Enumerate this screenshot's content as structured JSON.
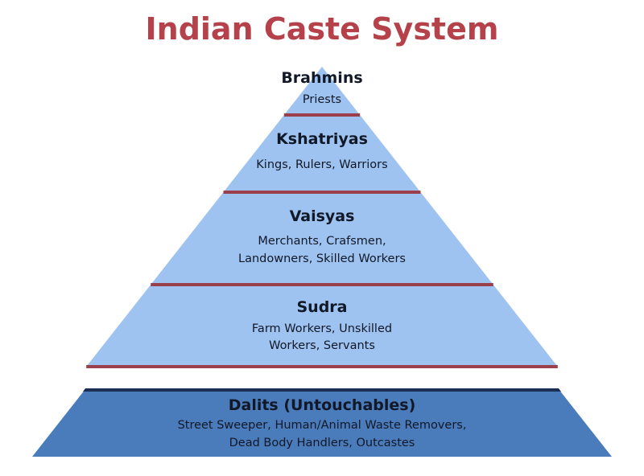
{
  "title": "Indian Caste System",
  "colors": {
    "title": "#b5414a",
    "tier_fill": "#9ec3f0",
    "divider": "#9c3f4c",
    "dalit_fill": "#4a7bbb",
    "dalit_top": "#1b2f55",
    "text": "#111827"
  },
  "tiers": [
    {
      "name": "Brahmins",
      "description": [
        "Priests"
      ]
    },
    {
      "name": "Kshatriyas",
      "description": [
        "Kings, Rulers, Warriors"
      ]
    },
    {
      "name": "Vaisyas",
      "description": [
        "Merchants, Crafsmen,",
        "Landowners, Skilled Workers"
      ]
    },
    {
      "name": "Sudra",
      "description": [
        "Farm Workers, Unskilled",
        "Workers, Servants"
      ]
    }
  ],
  "outcastes": {
    "name": "Dalits (Untouchables)",
    "description": [
      "Street Sweeper, Human/Animal Waste Removers,",
      "Dead Body Handlers, Outcastes"
    ]
  }
}
